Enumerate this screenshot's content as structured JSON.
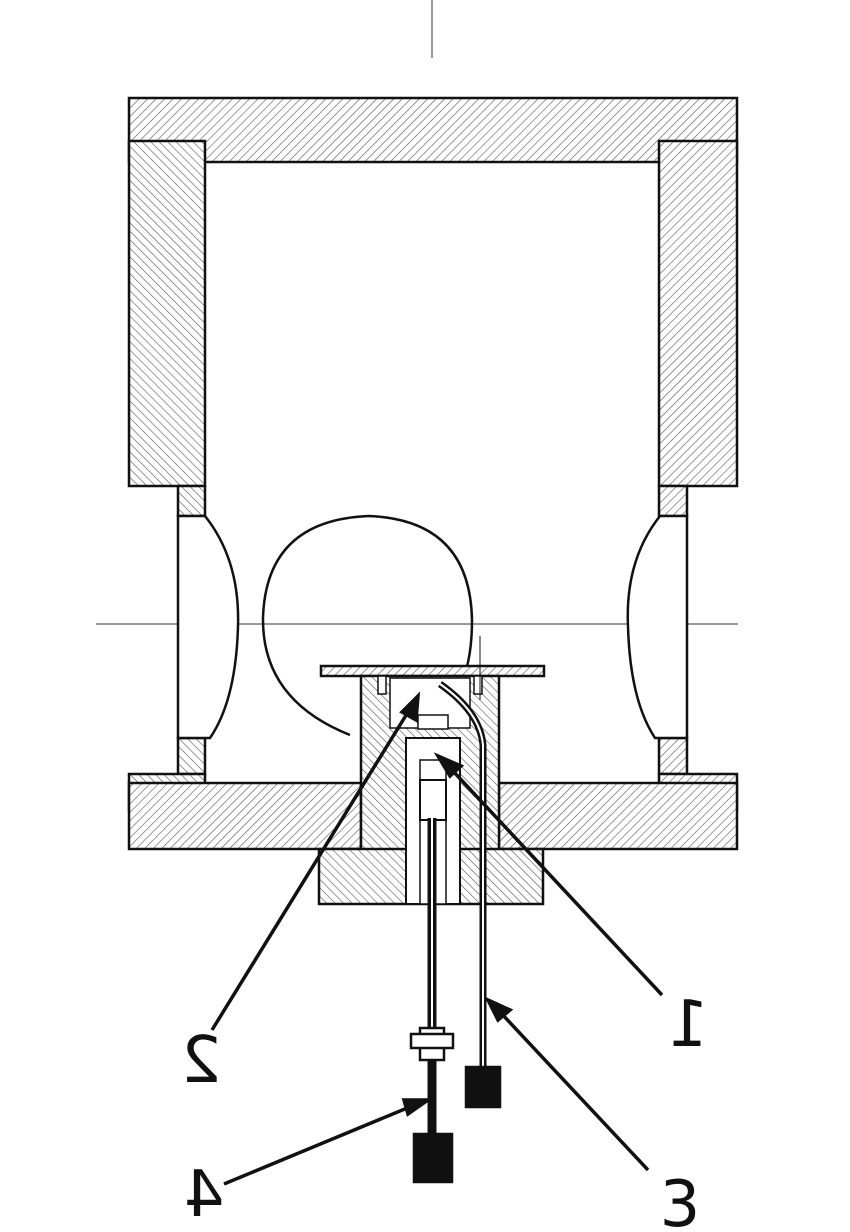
{
  "figure": {
    "callouts": [
      {
        "id": "c1",
        "text": "1"
      },
      {
        "id": "c2",
        "text": "2"
      },
      {
        "id": "c3",
        "text": "3"
      },
      {
        "id": "c4",
        "text": "4"
      }
    ],
    "colors": {
      "line": "#111111",
      "hatch": "#555555",
      "background": "#ffffff"
    }
  }
}
